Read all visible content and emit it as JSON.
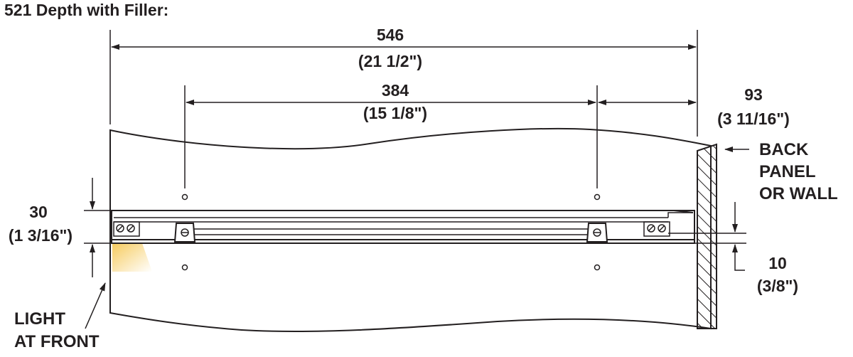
{
  "title": "521 Depth with Filler:",
  "dimensions": {
    "overall": {
      "mm": "546",
      "inch": "(21 1/2\")"
    },
    "hole_spacing": {
      "mm": "384",
      "inch": "(15 1/8\")"
    },
    "rear_offset": {
      "mm": "93",
      "inch": "(3 11/16\")"
    },
    "height": {
      "mm": "30",
      "inch": "(1 3/16\")"
    },
    "gap": {
      "mm": "10",
      "inch": "(3/8\")"
    }
  },
  "labels": {
    "back_panel": [
      "BACK",
      "PANEL",
      "OR WALL"
    ],
    "light_front": [
      "LIGHT",
      "AT FRONT"
    ]
  },
  "colors": {
    "ink": "#231f20",
    "light_glow": "#f5c242",
    "background": "#ffffff"
  }
}
